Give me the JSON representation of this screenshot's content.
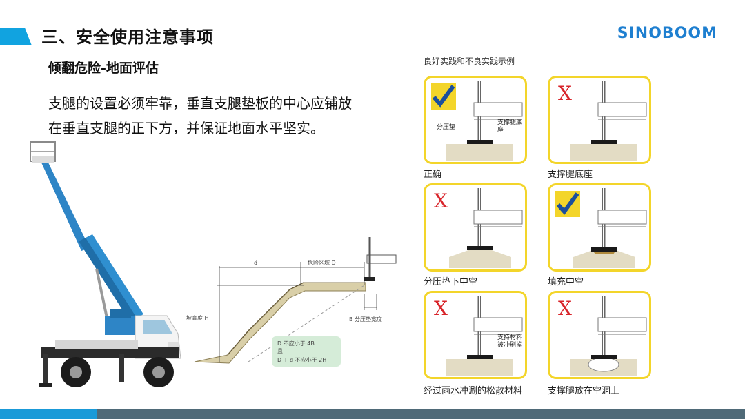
{
  "header": {
    "title": "三、安全使用注意事项",
    "brand": "SINOBOOM"
  },
  "main": {
    "subtitle": "倾翻危险-地面评估",
    "body_line1": "支腿的设置必须牢靠，垂直支腿垫板的中心应铺放",
    "body_line2": "在垂直支腿的正下方，并保证地面水平坚实。"
  },
  "slope_diagram": {
    "label_d": "d",
    "label_danger": "危险区域 D",
    "label_height": "坡高度 H",
    "label_b": "B 分压垫宽度",
    "note_line1": "D 不应小于 4B",
    "note_line2": "且",
    "note_line3": "D + d 不应小于 2H"
  },
  "examples": {
    "caption": "良好实践和不良实践示例",
    "panels": [
      {
        "label": "正确",
        "mark": "check",
        "callout_left": "分压垫",
        "callout_right": "支撑腿底座"
      },
      {
        "label": "支撑腿底座",
        "mark": "x"
      },
      {
        "label": "分压垫下中空",
        "mark": "x"
      },
      {
        "label": "填充中空",
        "mark": "check"
      },
      {
        "label": "经过雨水冲涮的松散材料",
        "mark": "x",
        "callout_right": "支持材料被冲刷掉"
      },
      {
        "label": "支撑腿放在空洞上",
        "mark": "x"
      }
    ],
    "x_glyph": "X"
  },
  "colors": {
    "accent_blue": "#11a3e0",
    "brand_blue": "#1e7fd0",
    "panel_border": "#f3d52a",
    "check_blue": "#1b4f9c",
    "x_red": "#d8242a",
    "footer_gray": "#4f6a78"
  }
}
